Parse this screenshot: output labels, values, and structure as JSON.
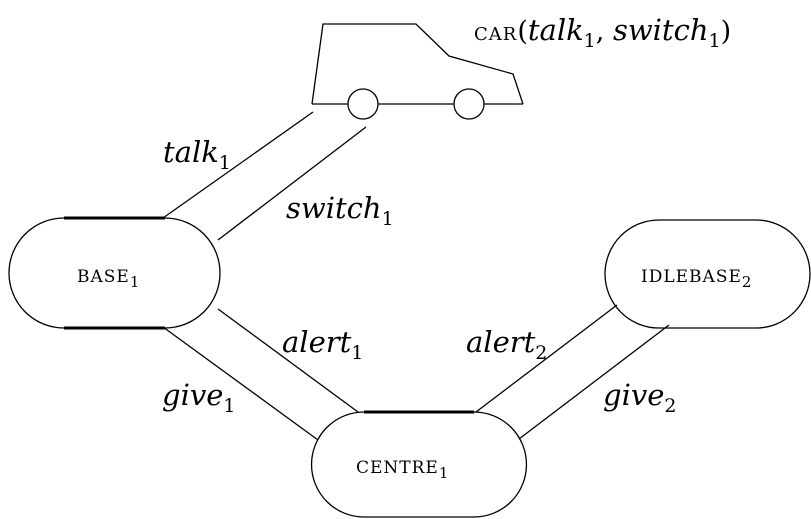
{
  "car": {
    "name": "CAR",
    "open_paren": "(",
    "arg1": "talk",
    "arg1_sub": "1",
    "comma": ", ",
    "arg2": "switch",
    "arg2_sub": "1",
    "close_paren": ")"
  },
  "nodes": {
    "base1": {
      "name": "BASE",
      "sub": "1"
    },
    "idlebase2": {
      "name": "IDLEBASE",
      "sub": "2"
    },
    "centre1": {
      "name": "CENTRE",
      "sub": "1"
    }
  },
  "channels": {
    "talk1": {
      "name": "talk",
      "sub": "1"
    },
    "switch1": {
      "name": "switch",
      "sub": "1"
    },
    "alert1": {
      "name": "alert",
      "sub": "1"
    },
    "give1": {
      "name": "give",
      "sub": "1"
    },
    "alert2": {
      "name": "alert",
      "sub": "2"
    },
    "give2": {
      "name": "give",
      "sub": "2"
    }
  }
}
